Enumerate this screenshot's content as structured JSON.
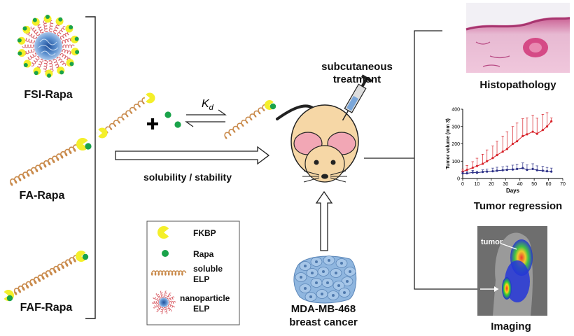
{
  "constructs": {
    "fsi": "FSI-Rapa",
    "fa": "FA-Rapa",
    "faf": "FAF-Rapa"
  },
  "equilibrium": {
    "kd_symbol": "K",
    "kd_subscript": "d",
    "plus_sign": "✚"
  },
  "flow": {
    "solubility_label": "solubility / stability",
    "treatment_line1": "subcutaneous",
    "treatment_line2": "treatment",
    "cell_line1": "MDA-MB-468",
    "cell_line2": "breast cancer"
  },
  "legend": {
    "items": [
      {
        "icon": "fkbp-icon",
        "lines": [
          "FKBP"
        ]
      },
      {
        "icon": "rapa-icon",
        "lines": [
          "Rapa"
        ]
      },
      {
        "icon": "soluble-elp-icon",
        "lines": [
          "soluble",
          "ELP"
        ]
      },
      {
        "icon": "nanoparticle-elp-icon",
        "lines": [
          "nanoparticle",
          "ELP"
        ]
      }
    ]
  },
  "outcomes": {
    "histopathology": "Histopathology",
    "tumor_regression": "Tumor regression",
    "imaging": "Imaging",
    "imaging_tumor_label": "tumor"
  },
  "colors": {
    "fkbp": "#f4ef2a",
    "rapa": "#1aa34a",
    "elp": "#c98a4b",
    "micelle_core": "#3a78c2",
    "mouse_body": "#f6d7a6",
    "mouse_ear": "#f2a7b5",
    "cells": "#8fb6df",
    "series_treated": "#2b2f86",
    "series_control": "#d8232a"
  },
  "chart_data": {
    "type": "line",
    "title": "",
    "xlabel": "Days",
    "ylabel": "Tumor volume (mm 3)",
    "xlim": [
      0,
      70
    ],
    "ylim": [
      0,
      400
    ],
    "xticks": [
      0,
      10,
      20,
      30,
      40,
      50,
      60,
      70
    ],
    "yticks": [
      0,
      100,
      200,
      300,
      400
    ],
    "grid": false,
    "series": [
      {
        "color": "#d8232a",
        "x": [
          0,
          3,
          7,
          10,
          14,
          17,
          21,
          24,
          28,
          31,
          35,
          38,
          42,
          45,
          49,
          52,
          56,
          59,
          62
        ],
        "y": [
          40,
          50,
          62,
          72,
          85,
          100,
          118,
          135,
          155,
          170,
          200,
          215,
          245,
          255,
          270,
          258,
          280,
          300,
          330
        ],
        "err": [
          15,
          25,
          35,
          45,
          55,
          65,
          70,
          80,
          90,
          100,
          100,
          105,
          100,
          95,
          95,
          90,
          90,
          80,
          20
        ]
      },
      {
        "color": "#2b2f86",
        "x": [
          0,
          3,
          7,
          10,
          14,
          17,
          21,
          24,
          28,
          31,
          35,
          38,
          42,
          45,
          49,
          52,
          56,
          59,
          62
        ],
        "y": [
          30,
          30,
          35,
          33,
          38,
          40,
          42,
          45,
          48,
          50,
          52,
          55,
          60,
          50,
          55,
          48,
          45,
          42,
          40
        ],
        "err": [
          8,
          10,
          12,
          10,
          12,
          15,
          18,
          20,
          20,
          22,
          25,
          28,
          30,
          28,
          30,
          25,
          25,
          22,
          20
        ]
      }
    ]
  }
}
